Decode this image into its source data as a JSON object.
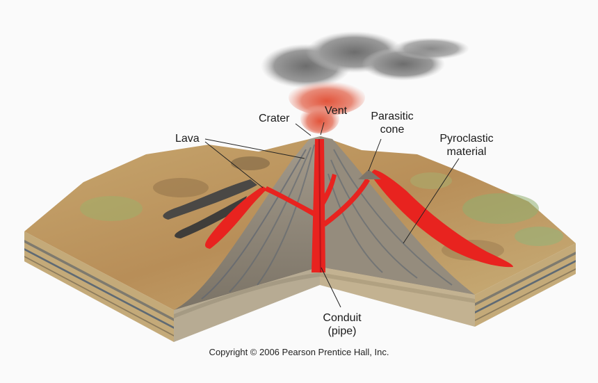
{
  "labels": {
    "crater": "Crater",
    "vent": "Vent",
    "parasitic_cone": "Parasitic\ncone",
    "lava": "Lava",
    "pyroclastic_material": "Pyroclastic\nmaterial",
    "conduit": "Conduit\n(pipe)"
  },
  "copyright": "Copyright © 2006 Pearson Prentice Hall, Inc.",
  "colors": {
    "lava": "#e8231f",
    "volcano_rock": "#8d8476",
    "terrain": "#c9a46a",
    "strata": "#c2a878",
    "background": "#fafafa"
  }
}
